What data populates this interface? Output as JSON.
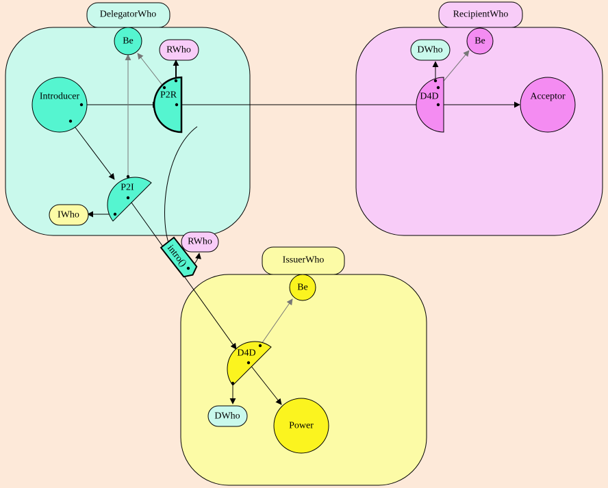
{
  "colors": {
    "background": "#fde9d9",
    "delegator": "#c9f9ec",
    "delegator_node": "#55f5d0",
    "recipient": "#f8ccf8",
    "recipient_node": "#f48cf2",
    "issuer": "#fcfba6",
    "issuer_node": "#fbf41f",
    "intro": "#55f5d0"
  },
  "containers": {
    "delegator": {
      "label": "DelegatorWho"
    },
    "recipient": {
      "label": "RecipientWho"
    },
    "issuer": {
      "label": "IssuerWho"
    }
  },
  "nodes": {
    "delegator_be": "Be",
    "delegator_rwho": "RWho",
    "introducer": "Introducer",
    "p2r": "P2R",
    "p2i": "P2I",
    "iwho": "IWho",
    "recipient_dwho": "DWho",
    "recipient_be": "Be",
    "recipient_d4d": "D4D",
    "acceptor": "Acceptor",
    "intro": "intro()",
    "intro_rwho": "RWho",
    "issuer_be": "Be",
    "issuer_d4d": "D4D",
    "issuer_dwho": "DWho",
    "power": "Power"
  }
}
